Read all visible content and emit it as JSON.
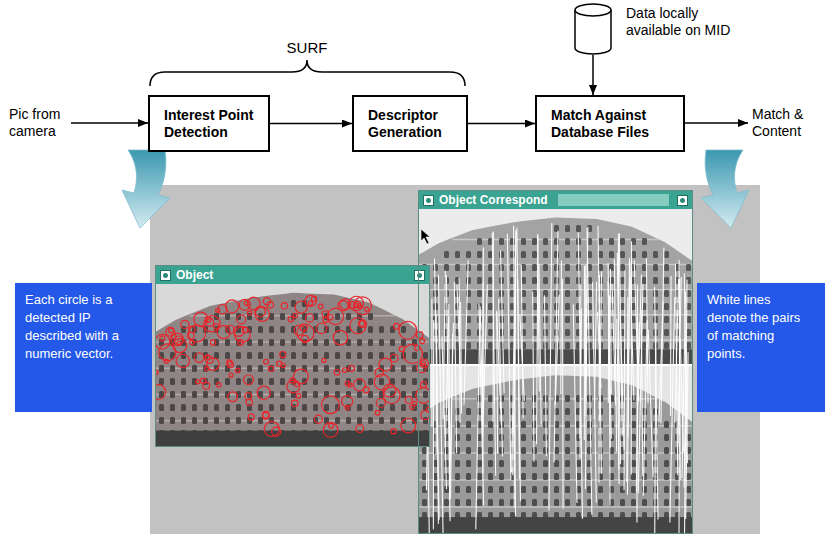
{
  "diagram": {
    "nodes": [
      {
        "text": [
          "Pic from camera"
        ]
      },
      {
        "text": [
          "Interest Point Detection"
        ]
      },
      {
        "text": [
          "Descriptor Generation"
        ]
      },
      {
        "text": [
          "Data locally available on MID"
        ]
      },
      {
        "text": [
          "Match Against Database Files"
        ]
      },
      {
        "text": [
          "Match & Content"
        ]
      },
      {
        "text": [
          "Each circle is a detected IP described with a numeric vector."
        ]
      },
      {
        "text": [
          "Object"
        ]
      },
      {
        "text": [
          "Object Correspond"
        ]
      },
      {
        "text": [
          "White lines denote the pairs of matching points."
        ]
      }
    ],
    "edges": [
      {
        "from": 0,
        "to": 1,
        "arrow": "to"
      },
      {
        "from": 1,
        "to": 2,
        "arrow": "to"
      },
      {
        "from": 2,
        "to": 4,
        "arrow": "to"
      },
      {
        "from": 3,
        "to": 4,
        "arrow": "to"
      },
      {
        "from": 4,
        "to": 5,
        "arrow": "to"
      }
    ],
    "labels": [
      "SURF"
    ]
  }
}
